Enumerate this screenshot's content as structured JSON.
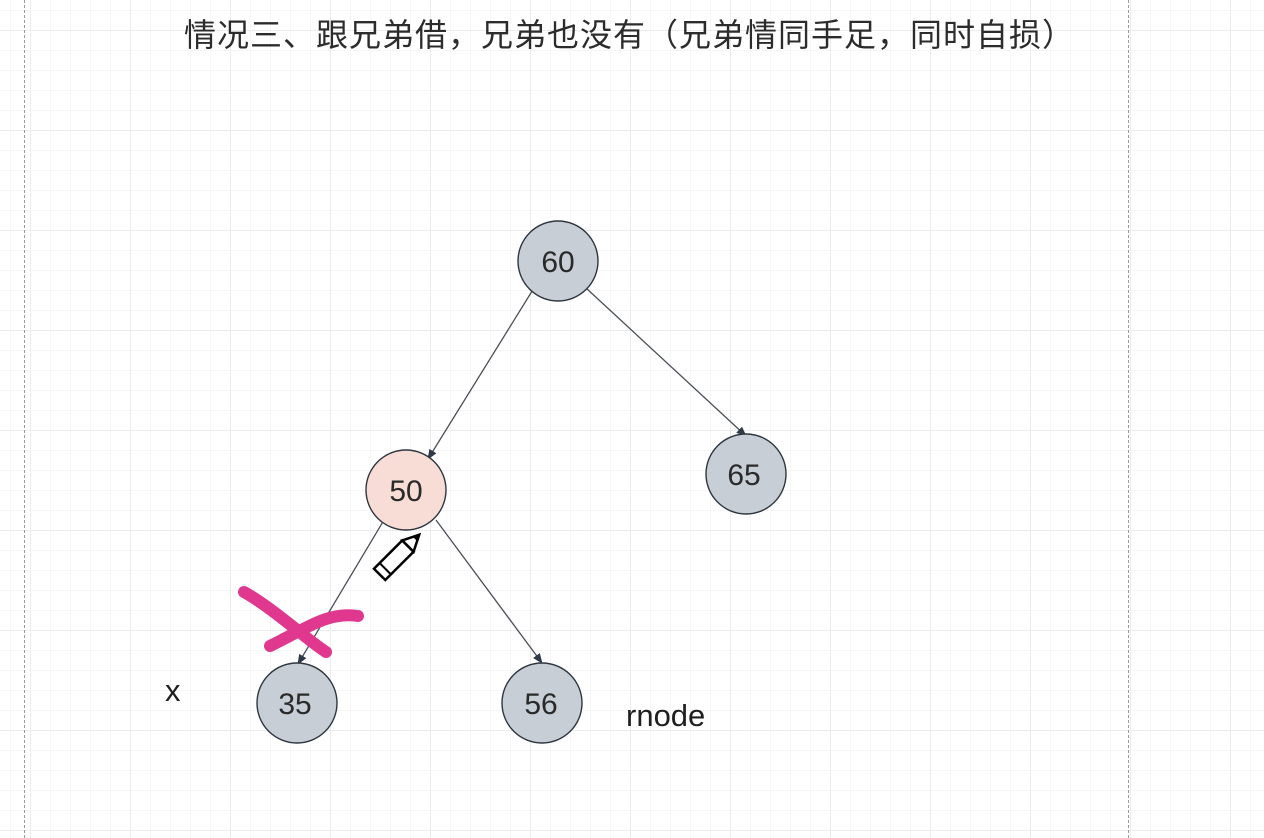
{
  "diagram": {
    "title": "情况三、跟兄弟借，兄弟也没有（兄弟情同手足，同时自损）",
    "nodes": [
      {
        "id": "n60",
        "label": "60",
        "fill": "#c7ced6",
        "highlighted": false
      },
      {
        "id": "n50",
        "label": "50",
        "fill": "#f7ddd6",
        "highlighted": true
      },
      {
        "id": "n65",
        "label": "65",
        "fill": "#c7ced6",
        "highlighted": false
      },
      {
        "id": "n35",
        "label": "35",
        "fill": "#c7ced6",
        "highlighted": false
      },
      {
        "id": "n56",
        "label": "56",
        "fill": "#c7ced6",
        "highlighted": false
      }
    ],
    "edges": [
      {
        "from": "n60",
        "to": "n50"
      },
      {
        "from": "n60",
        "to": "n65"
      },
      {
        "from": "n50",
        "to": "n35",
        "crossed_out": true
      },
      {
        "from": "n50",
        "to": "n56"
      }
    ],
    "annotations": {
      "x_label": "x",
      "rnode_label": "rnode"
    },
    "colors": {
      "node_default": "#c7ced6",
      "node_highlight": "#f7ddd6",
      "cross_mark": "#e0388f"
    },
    "icons": [
      "pencil-cursor-icon",
      "cross-mark-icon"
    ]
  }
}
